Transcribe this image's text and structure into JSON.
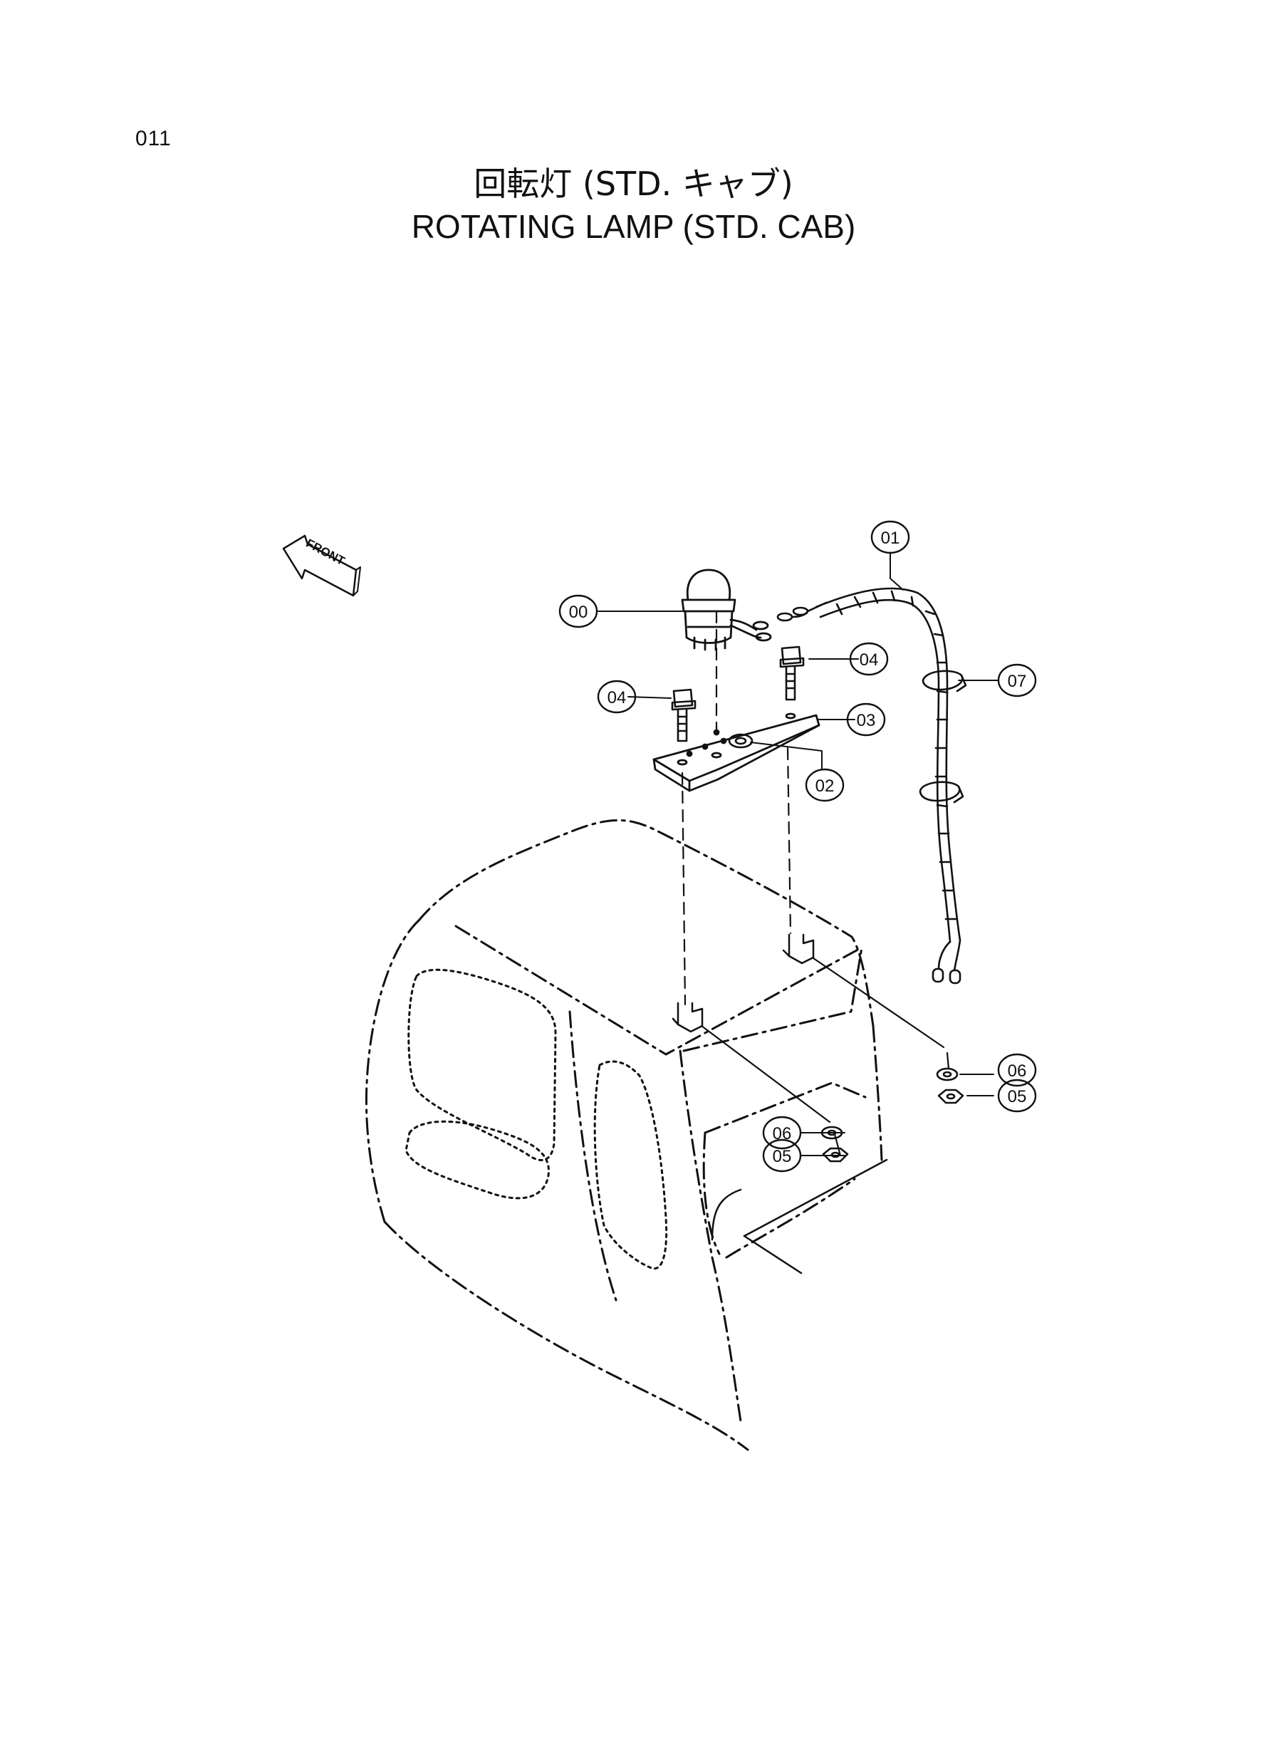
{
  "page": {
    "number": "011"
  },
  "title": {
    "japanese": "回転灯 (STD. キャブ)",
    "english": "ROTATING LAMP (STD. CAB)"
  },
  "direction_indicator": {
    "label": "FRONT",
    "icon": "front-arrow-icon"
  },
  "callouts": {
    "c00": "00",
    "c01": "01",
    "c02": "02",
    "c03": "03",
    "c04a": "04",
    "c04b": "04",
    "c05a": "05",
    "c05b": "05",
    "c06a": "06",
    "c06b": "06",
    "c07": "07"
  },
  "colors": {
    "line": "#111111",
    "background": "#ffffff"
  }
}
